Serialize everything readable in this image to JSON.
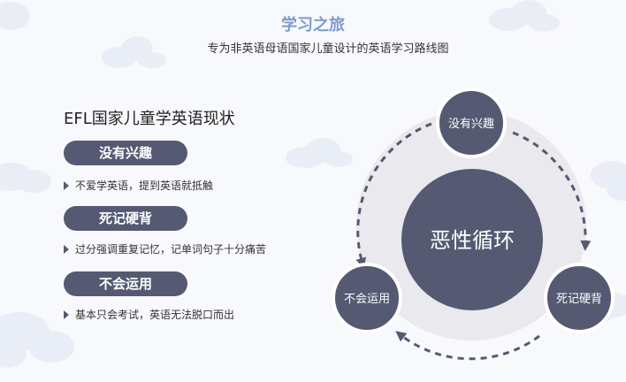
{
  "header": {
    "title": "学习之旅",
    "subtitle": "专为非英语母语国家儿童设计的英语学习路线图"
  },
  "left": {
    "heading": "EFL国家儿童学英语现状",
    "items": [
      {
        "label": "没有兴趣",
        "desc": "不爱学英语，提到英语就抵触"
      },
      {
        "label": "死记硬背",
        "desc": "过分强调重复记忆，记单词句子十分痛苦"
      },
      {
        "label": "不会运用",
        "desc": "基本只会考试，英语无法脱口而出"
      }
    ]
  },
  "cycle": {
    "center": "恶性循环",
    "nodes": [
      "没有兴趣",
      "死记硬背",
      "不会运用"
    ]
  },
  "colors": {
    "accent_title": "#7d9ccf",
    "node_fill": "#555a72",
    "ring_fill": "#e9e9ee",
    "arrow": "#555a72"
  }
}
